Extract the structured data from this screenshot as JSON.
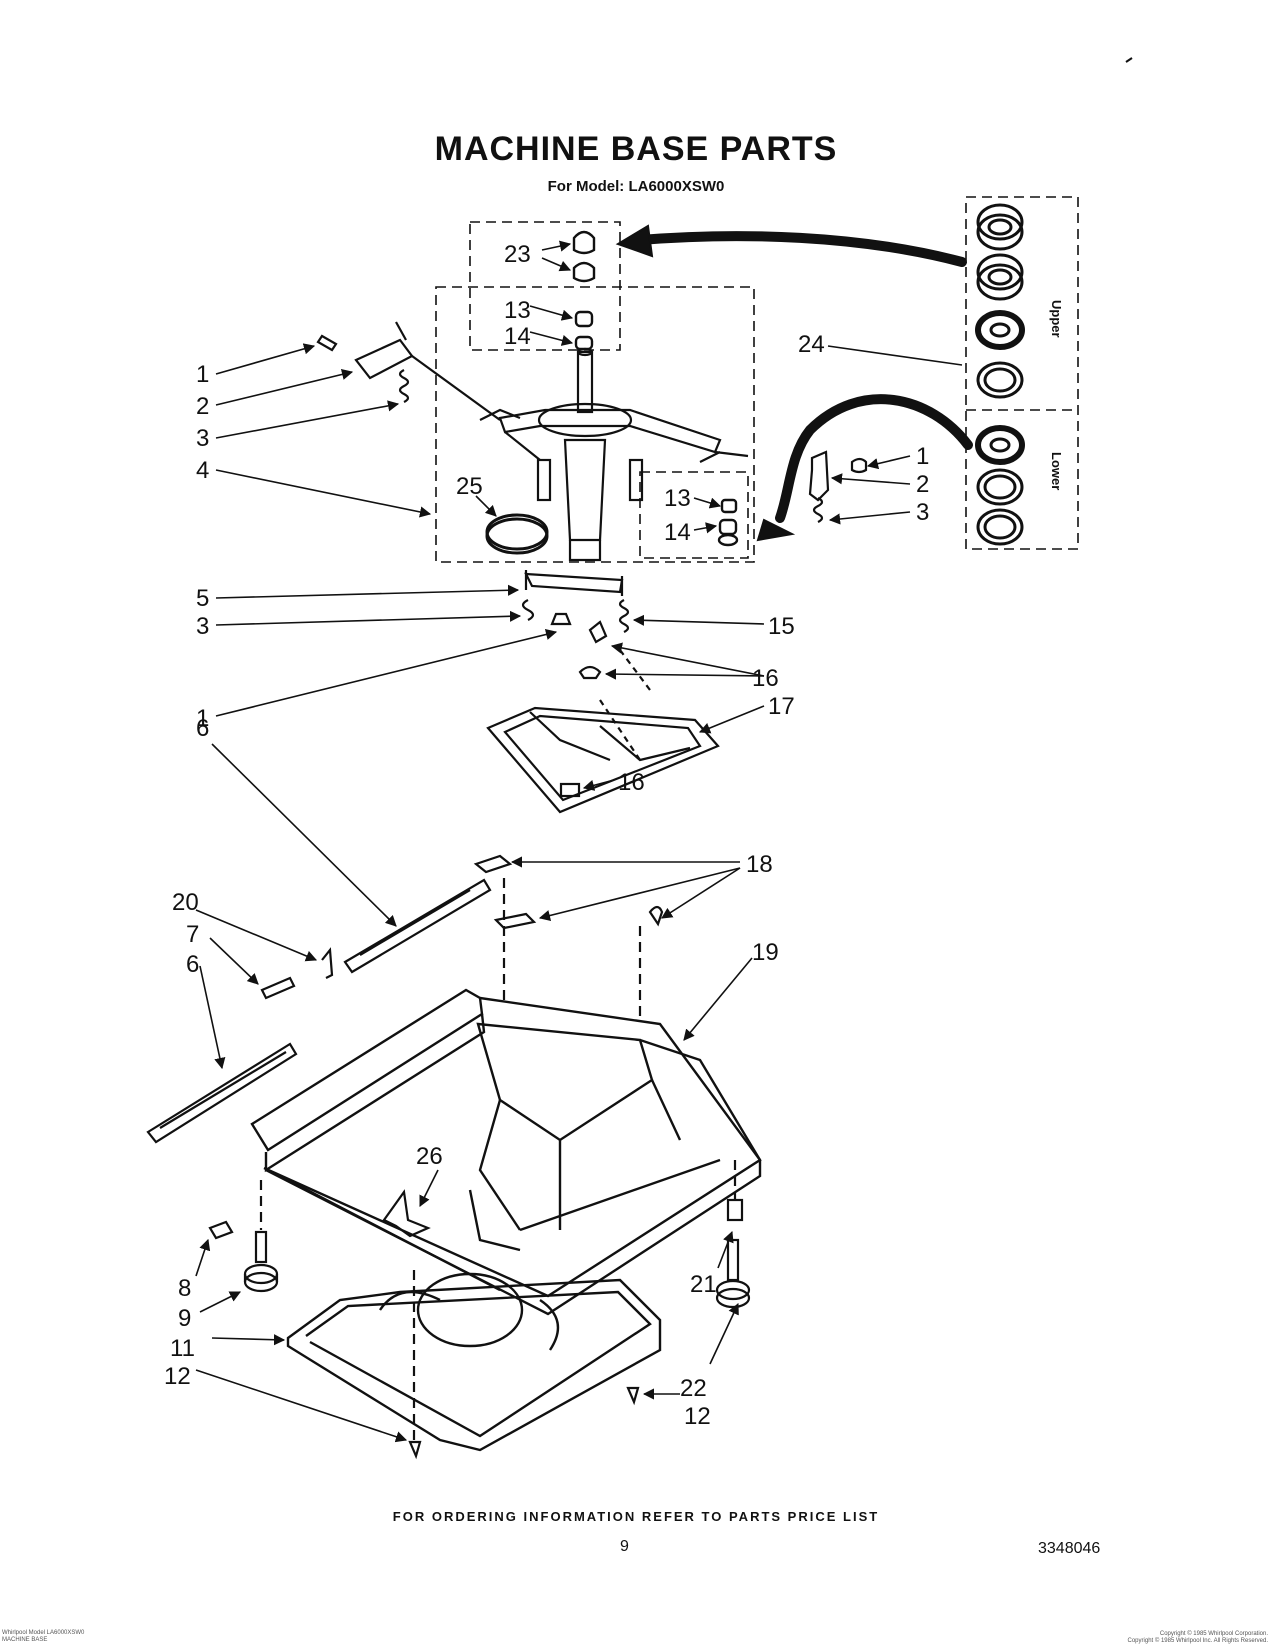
{
  "title": "MACHINE BASE PARTS",
  "subtitle": "For Model: LA6000XSW0",
  "footer_note": "FOR ORDERING INFORMATION REFER TO PARTS PRICE LIST",
  "page_number": "9",
  "document_number": "3348046",
  "bearing_kit": {
    "upper_label": "Upper",
    "lower_label": "Lower"
  },
  "callouts": [
    "23",
    "13",
    "14",
    "1",
    "2",
    "3",
    "4",
    "24",
    "25",
    "1",
    "2",
    "3",
    "13",
    "14",
    "5",
    "3",
    "15",
    "16",
    "1",
    "17",
    "6",
    "16",
    "18",
    "20",
    "7",
    "6",
    "19",
    "26",
    "8",
    "9",
    "21",
    "11",
    "12",
    "22",
    "12"
  ],
  "corner_text": {
    "left": [
      "Whirlpool Model LA6000XSW0",
      "MACHINE BASE"
    ],
    "right": [
      "Copyright © 1985 Whirlpool Corporation.",
      "Copyright © 1985 Whirlpool Inc. All Rights Reserved."
    ]
  }
}
